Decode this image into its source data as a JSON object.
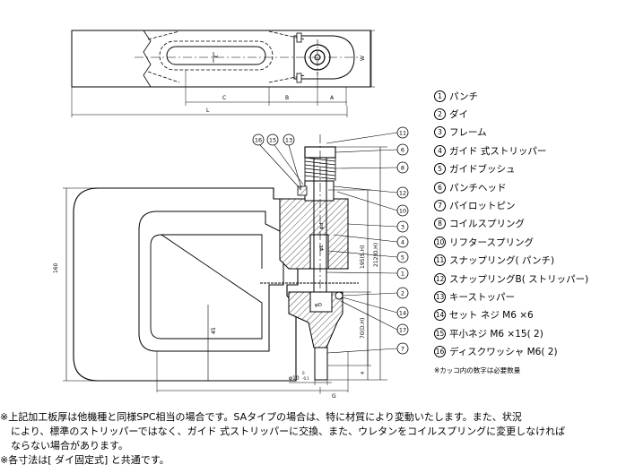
{
  "top_view": {
    "dims": {
      "c": "C",
      "b": "B",
      "a": "A",
      "l": "L",
      "w": "W",
      "t": "t"
    }
  },
  "section_view": {
    "balloons_top": [
      "16",
      "15",
      "13"
    ],
    "right_balloons": [
      "11",
      "6",
      "8",
      "12",
      "10",
      "3",
      "4",
      "5",
      "1",
      "2",
      "14",
      "17",
      "7"
    ],
    "inner_labels": {
      "d": "φd",
      "e": "φE",
      "dd": "φD"
    },
    "vertical_dims": {
      "sh": "195(S.H)",
      "oh": "212(O.H)",
      "dh": "70(D.H)"
    },
    "bottom_dims": {
      "shank": "φ10",
      "tol_upper": "0",
      "tol_lower": "-0.1",
      "g": "G",
      "depth": "45",
      "height": "160",
      "bottom_t": "4"
    }
  },
  "parts_list": [
    {
      "num": "1",
      "name": "パンチ"
    },
    {
      "num": "2",
      "name": "ダイ"
    },
    {
      "num": "3",
      "name": "フレーム"
    },
    {
      "num": "4",
      "name": "ガイド 式ストリッパー"
    },
    {
      "num": "5",
      "name": "ガイドブッシュ"
    },
    {
      "num": "6",
      "name": "パンチヘッド"
    },
    {
      "num": "7",
      "name": "パイロットピン"
    },
    {
      "num": "8",
      "name": "コイルスプリング"
    },
    {
      "num": "10",
      "name": "リフタースプリング"
    },
    {
      "num": "11",
      "name": "スナップリング( パンチ)"
    },
    {
      "num": "12",
      "name": "スナップリングB( ストリッパー)"
    },
    {
      "num": "13",
      "name": "キーストッパー"
    },
    {
      "num": "14",
      "name": "セット ネジ M6 ×6"
    },
    {
      "num": "15",
      "name": "平小ネジ M6 ×15( 2)"
    },
    {
      "num": "16",
      "name": "ディスクワッシャ M6( 2)"
    }
  ],
  "footnote": "※カッコ内の数字は必要数量",
  "notes": [
    "※上記加工板厚は他機種と同様SPC相当の場合です。SAタイプの場合は、特に材質により変動いたします。また、状況",
    "により、標準のストリッパーではなく、ガイド 式ストリッパーに交換、また、ウレタンをコイルスプリングに変更しなければ",
    "ならない場合があります。",
    "※各寸法は[ ダイ固定式] と共通です。"
  ]
}
